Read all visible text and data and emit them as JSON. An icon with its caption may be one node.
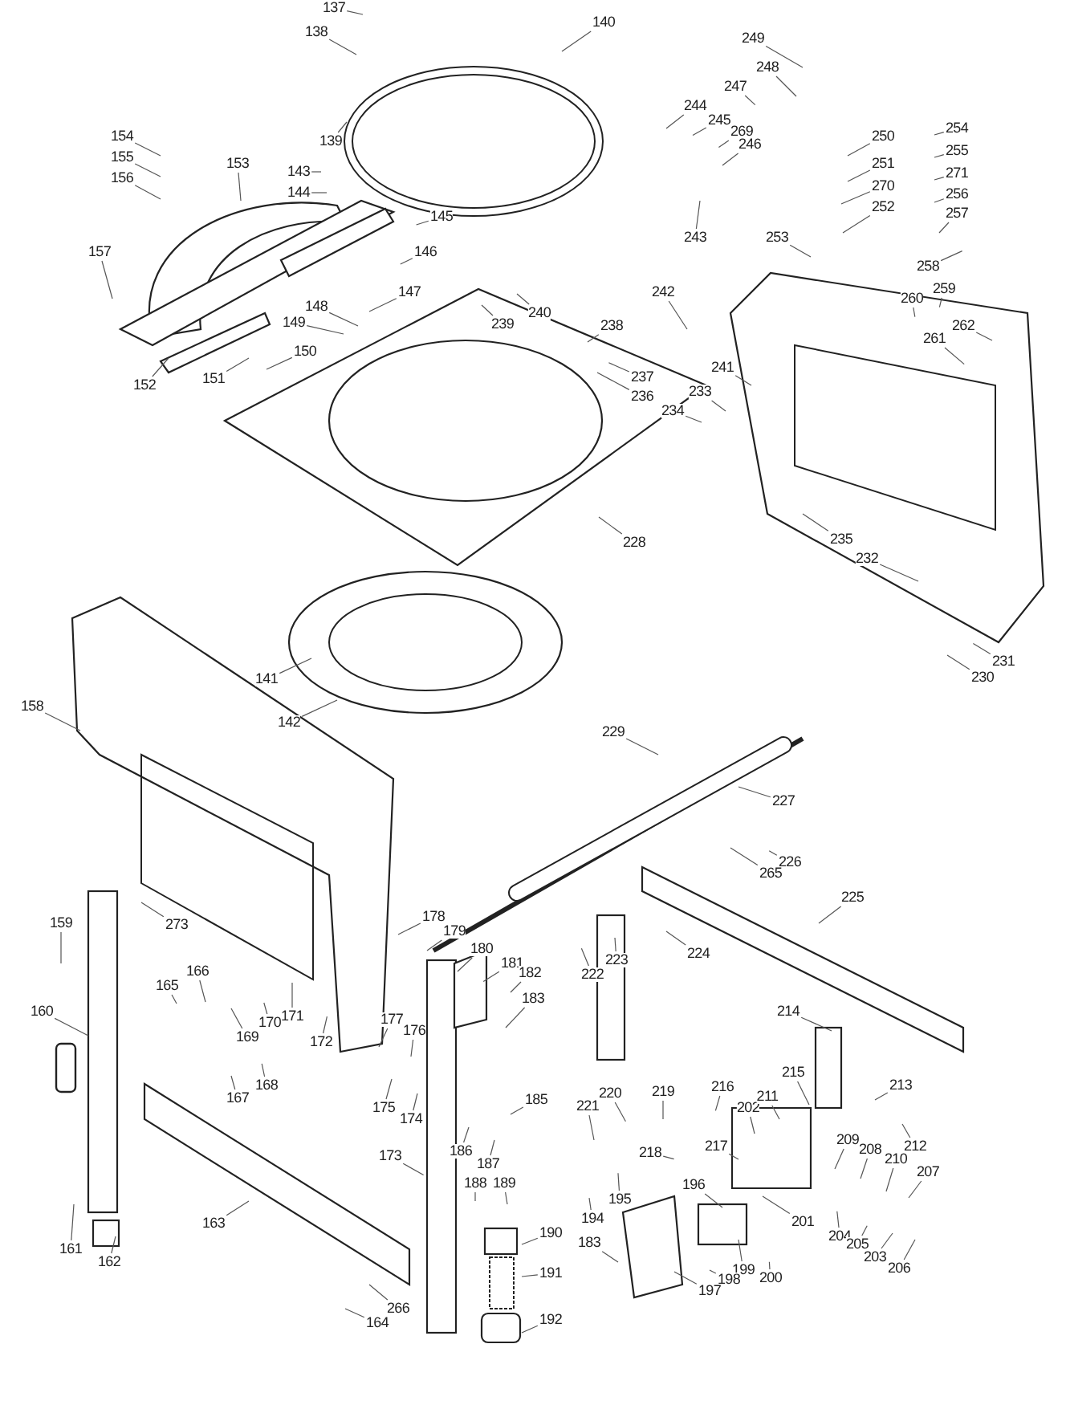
{
  "diagram": {
    "nodes": [
      {
        "text": [
          "137"
        ]
      },
      {
        "text": [
          "138"
        ]
      },
      {
        "text": [
          "140"
        ]
      },
      {
        "text": [
          "139"
        ]
      },
      {
        "text": [
          "154"
        ]
      },
      {
        "text": [
          "155"
        ]
      },
      {
        "text": [
          "156"
        ]
      },
      {
        "text": [
          "153"
        ]
      },
      {
        "text": [
          "143"
        ]
      },
      {
        "text": [
          "144"
        ]
      },
      {
        "text": [
          "145"
        ]
      },
      {
        "text": [
          "146"
        ]
      },
      {
        "text": [
          "157"
        ]
      },
      {
        "text": [
          "147"
        ]
      },
      {
        "text": [
          "148"
        ]
      },
      {
        "text": [
          "149"
        ]
      },
      {
        "text": [
          "150"
        ]
      },
      {
        "text": [
          "151"
        ]
      },
      {
        "text": [
          "152"
        ]
      },
      {
        "text": [
          "240"
        ]
      },
      {
        "text": [
          "239"
        ]
      },
      {
        "text": [
          "238"
        ]
      },
      {
        "text": [
          "237"
        ]
      },
      {
        "text": [
          "236"
        ]
      },
      {
        "text": [
          "241"
        ]
      },
      {
        "text": [
          "233"
        ]
      },
      {
        "text": [
          "234"
        ]
      },
      {
        "text": [
          "242"
        ]
      },
      {
        "text": [
          "244"
        ]
      },
      {
        "text": [
          "245"
        ]
      },
      {
        "text": [
          "269"
        ]
      },
      {
        "text": [
          "246"
        ]
      },
      {
        "text": [
          "243"
        ]
      },
      {
        "text": [
          "249"
        ]
      },
      {
        "text": [
          "248"
        ]
      },
      {
        "text": [
          "247"
        ]
      },
      {
        "text": [
          "250"
        ]
      },
      {
        "text": [
          "251"
        ]
      },
      {
        "text": [
          "270"
        ]
      },
      {
        "text": [
          "252"
        ]
      },
      {
        "text": [
          "253"
        ]
      },
      {
        "text": [
          "254"
        ]
      },
      {
        "text": [
          "255"
        ]
      },
      {
        "text": [
          "271"
        ]
      },
      {
        "text": [
          "256"
        ]
      },
      {
        "text": [
          "257"
        ]
      },
      {
        "text": [
          "258"
        ]
      },
      {
        "text": [
          "259"
        ]
      },
      {
        "text": [
          "260"
        ]
      },
      {
        "text": [
          "262"
        ]
      },
      {
        "text": [
          "261"
        ]
      },
      {
        "text": [
          "228"
        ]
      },
      {
        "text": [
          "235"
        ]
      },
      {
        "text": [
          "232"
        ]
      },
      {
        "text": [
          "231"
        ]
      },
      {
        "text": [
          "230"
        ]
      },
      {
        "text": [
          "141"
        ]
      },
      {
        "text": [
          "142"
        ]
      },
      {
        "text": [
          "158"
        ]
      },
      {
        "text": [
          "229"
        ]
      },
      {
        "text": [
          "227"
        ]
      },
      {
        "text": [
          "226"
        ]
      },
      {
        "text": [
          "265"
        ]
      },
      {
        "text": [
          "225"
        ]
      },
      {
        "text": [
          "273"
        ]
      },
      {
        "text": [
          "159"
        ]
      },
      {
        "text": [
          "178"
        ]
      },
      {
        "text": [
          "179"
        ]
      },
      {
        "text": [
          "180"
        ]
      },
      {
        "text": [
          "181"
        ]
      },
      {
        "text": [
          "182"
        ]
      },
      {
        "text": [
          "222"
        ]
      },
      {
        "text": [
          "223"
        ]
      },
      {
        "text": [
          "224"
        ]
      },
      {
        "text": [
          "160"
        ]
      },
      {
        "text": [
          "165"
        ]
      },
      {
        "text": [
          "166"
        ]
      },
      {
        "text": [
          "169"
        ]
      },
      {
        "text": [
          "170"
        ]
      },
      {
        "text": [
          "171"
        ]
      },
      {
        "text": [
          "172"
        ]
      },
      {
        "text": [
          "168"
        ]
      },
      {
        "text": [
          "167"
        ]
      },
      {
        "text": [
          "177"
        ]
      },
      {
        "text": [
          "176"
        ]
      },
      {
        "text": [
          "175"
        ]
      },
      {
        "text": [
          "174"
        ]
      },
      {
        "text": [
          "183"
        ]
      },
      {
        "text": [
          "185"
        ]
      },
      {
        "text": [
          "186"
        ]
      },
      {
        "text": [
          "187"
        ]
      },
      {
        "text": [
          "173"
        ]
      },
      {
        "text": [
          "188"
        ]
      },
      {
        "text": [
          "189"
        ]
      },
      {
        "text": [
          "190"
        ]
      },
      {
        "text": [
          "191"
        ]
      },
      {
        "text": [
          "192"
        ]
      },
      {
        "text": [
          "214"
        ]
      },
      {
        "text": [
          "215"
        ]
      },
      {
        "text": [
          "213"
        ]
      },
      {
        "text": [
          "212"
        ]
      },
      {
        "text": [
          "219"
        ]
      },
      {
        "text": [
          "216"
        ]
      },
      {
        "text": [
          "220"
        ]
      },
      {
        "text": [
          "221"
        ]
      },
      {
        "text": [
          "202"
        ]
      },
      {
        "text": [
          "211"
        ]
      },
      {
        "text": [
          "217"
        ]
      },
      {
        "text": [
          "218"
        ]
      },
      {
        "text": [
          "209"
        ]
      },
      {
        "text": [
          "208"
        ]
      },
      {
        "text": [
          "210"
        ]
      },
      {
        "text": [
          "207"
        ]
      },
      {
        "text": [
          "201"
        ]
      },
      {
        "text": [
          "195"
        ]
      },
      {
        "text": [
          "196"
        ]
      },
      {
        "text": [
          "194"
        ]
      },
      {
        "text": [
          "204"
        ]
      },
      {
        "text": [
          "205"
        ]
      },
      {
        "text": [
          "203"
        ]
      },
      {
        "text": [
          "206"
        ]
      },
      {
        "text": [
          "183"
        ]
      },
      {
        "text": [
          "199"
        ]
      },
      {
        "text": [
          "200"
        ]
      },
      {
        "text": [
          "198"
        ]
      },
      {
        "text": [
          "197"
        ]
      },
      {
        "text": [
          "164"
        ]
      },
      {
        "text": [
          "266"
        ]
      },
      {
        "text": [
          "163"
        ]
      },
      {
        "text": [
          "161"
        ]
      },
      {
        "text": [
          "162"
        ]
      }
    ],
    "edges": [
      {
        "from": 0,
        "to": null,
        "arrow": "none"
      },
      {
        "from": 1,
        "to": null,
        "arrow": "none"
      },
      {
        "from": 2,
        "to": null,
        "arrow": "none"
      },
      {
        "from": 3,
        "to": null,
        "arrow": "none"
      },
      {
        "from": 4,
        "to": null,
        "arrow": "none"
      },
      {
        "from": 5,
        "to": null,
        "arrow": "none"
      },
      {
        "from": 6,
        "to": null,
        "arrow": "none"
      },
      {
        "from": 7,
        "to": null,
        "arrow": "none"
      },
      {
        "from": 8,
        "to": null,
        "arrow": "none"
      },
      {
        "from": 9,
        "to": null,
        "arrow": "none"
      },
      {
        "from": 10,
        "to": null,
        "arrow": "none"
      },
      {
        "from": 11,
        "to": null,
        "arrow": "none"
      },
      {
        "from": 12,
        "to": null,
        "arrow": "none"
      },
      {
        "from": 13,
        "to": null,
        "arrow": "none"
      },
      {
        "from": 14,
        "to": null,
        "arrow": "none"
      },
      {
        "from": 15,
        "to": null,
        "arrow": "none"
      },
      {
        "from": 16,
        "to": null,
        "arrow": "none"
      },
      {
        "from": 17,
        "to": null,
        "arrow": "none"
      },
      {
        "from": 18,
        "to": null,
        "arrow": "none"
      },
      {
        "from": 19,
        "to": null,
        "arrow": "none"
      },
      {
        "from": 20,
        "to": null,
        "arrow": "none"
      },
      {
        "from": 21,
        "to": null,
        "arrow": "none"
      },
      {
        "from": 22,
        "to": null,
        "arrow": "none"
      },
      {
        "from": 23,
        "to": null,
        "arrow": "none"
      },
      {
        "from": 24,
        "to": null,
        "arrow": "none"
      },
      {
        "from": 25,
        "to": null,
        "arrow": "none"
      },
      {
        "from": 26,
        "to": null,
        "arrow": "none"
      },
      {
        "from": 27,
        "to": null,
        "arrow": "none"
      },
      {
        "from": 28,
        "to": null,
        "arrow": "none"
      },
      {
        "from": 29,
        "to": null,
        "arrow": "none"
      },
      {
        "from": 30,
        "to": null,
        "arrow": "none"
      },
      {
        "from": 31,
        "to": null,
        "arrow": "none"
      },
      {
        "from": 32,
        "to": null,
        "arrow": "none"
      },
      {
        "from": 33,
        "to": null,
        "arrow": "none"
      },
      {
        "from": 34,
        "to": null,
        "arrow": "none"
      },
      {
        "from": 35,
        "to": null,
        "arrow": "none"
      },
      {
        "from": 36,
        "to": null,
        "arrow": "none"
      },
      {
        "from": 37,
        "to": null,
        "arrow": "none"
      },
      {
        "from": 38,
        "to": null,
        "arrow": "none"
      },
      {
        "from": 39,
        "to": null,
        "arrow": "none"
      },
      {
        "from": 40,
        "to": null,
        "arrow": "none"
      },
      {
        "from": 41,
        "to": null,
        "arrow": "none"
      },
      {
        "from": 42,
        "to": null,
        "arrow": "none"
      },
      {
        "from": 43,
        "to": null,
        "arrow": "none"
      },
      {
        "from": 44,
        "to": null,
        "arrow": "none"
      },
      {
        "from": 45,
        "to": null,
        "arrow": "none"
      },
      {
        "from": 46,
        "to": null,
        "arrow": "none"
      },
      {
        "from": 47,
        "to": null,
        "arrow": "none"
      },
      {
        "from": 48,
        "to": null,
        "arrow": "none"
      },
      {
        "from": 49,
        "to": null,
        "arrow": "none"
      },
      {
        "from": 50,
        "to": null,
        "arrow": "none"
      },
      {
        "from": 51,
        "to": null,
        "arrow": "none"
      },
      {
        "from": 52,
        "to": null,
        "arrow": "none"
      },
      {
        "from": 53,
        "to": null,
        "arrow": "none"
      },
      {
        "from": 54,
        "to": null,
        "arrow": "none"
      },
      {
        "from": 55,
        "to": null,
        "arrow": "none"
      },
      {
        "from": 56,
        "to": null,
        "arrow": "none"
      },
      {
        "from": 57,
        "to": null,
        "arrow": "none"
      },
      {
        "from": 58,
        "to": null,
        "arrow": "none"
      },
      {
        "from": 59,
        "to": null,
        "arrow": "none"
      },
      {
        "from": 60,
        "to": null,
        "arrow": "none"
      },
      {
        "from": 61,
        "to": null,
        "arrow": "none"
      },
      {
        "from": 62,
        "to": null,
        "arrow": "none"
      },
      {
        "from": 63,
        "to": null,
        "arrow": "none"
      },
      {
        "from": 64,
        "to": null,
        "arrow": "none"
      },
      {
        "from": 65,
        "to": null,
        "arrow": "none"
      },
      {
        "from": 66,
        "to": null,
        "arrow": "none"
      },
      {
        "from": 67,
        "to": null,
        "arrow": "none"
      },
      {
        "from": 68,
        "to": null,
        "arrow": "none"
      },
      {
        "from": 69,
        "to": null,
        "arrow": "none"
      },
      {
        "from": 70,
        "to": null,
        "arrow": "none"
      },
      {
        "from": 71,
        "to": null,
        "arrow": "none"
      },
      {
        "from": 72,
        "to": null,
        "arrow": "none"
      },
      {
        "from": 73,
        "to": null,
        "arrow": "none"
      },
      {
        "from": 74,
        "to": null,
        "arrow": "none"
      },
      {
        "from": 75,
        "to": null,
        "arrow": "none"
      },
      {
        "from": 76,
        "to": null,
        "arrow": "none"
      },
      {
        "from": 77,
        "to": null,
        "arrow": "none"
      },
      {
        "from": 78,
        "to": null,
        "arrow": "none"
      },
      {
        "from": 79,
        "to": null,
        "arrow": "none"
      },
      {
        "from": 80,
        "to": null,
        "arrow": "none"
      },
      {
        "from": 81,
        "to": null,
        "arrow": "none"
      },
      {
        "from": 82,
        "to": null,
        "arrow": "none"
      },
      {
        "from": 83,
        "to": null,
        "arrow": "none"
      },
      {
        "from": 84,
        "to": null,
        "arrow": "none"
      },
      {
        "from": 85,
        "to": null,
        "arrow": "none"
      },
      {
        "from": 86,
        "to": null,
        "arrow": "none"
      },
      {
        "from": 87,
        "to": null,
        "arrow": "none"
      },
      {
        "from": 88,
        "to": null,
        "arrow": "none"
      },
      {
        "from": 89,
        "to": null,
        "arrow": "none"
      },
      {
        "from": 90,
        "to": null,
        "arrow": "none"
      },
      {
        "from": 91,
        "to": null,
        "arrow": "none"
      },
      {
        "from": 92,
        "to": null,
        "arrow": "none"
      },
      {
        "from": 93,
        "to": null,
        "arrow": "none"
      },
      {
        "from": 94,
        "to": null,
        "arrow": "none"
      },
      {
        "from": 95,
        "to": null,
        "arrow": "none"
      },
      {
        "from": 96,
        "to": null,
        "arrow": "none"
      },
      {
        "from": 97,
        "to": null,
        "arrow": "none"
      },
      {
        "from": 98,
        "to": null,
        "arrow": "none"
      },
      {
        "from": 99,
        "to": null,
        "arrow": "none"
      },
      {
        "from": 100,
        "to": null,
        "arrow": "none"
      },
      {
        "from": 101,
        "to": null,
        "arrow": "none"
      },
      {
        "from": 102,
        "to": null,
        "arrow": "none"
      },
      {
        "from": 103,
        "to": null,
        "arrow": "none"
      },
      {
        "from": 104,
        "to": null,
        "arrow": "none"
      },
      {
        "from": 105,
        "to": null,
        "arrow": "none"
      },
      {
        "from": 106,
        "to": null,
        "arrow": "none"
      },
      {
        "from": 107,
        "to": null,
        "arrow": "none"
      },
      {
        "from": 108,
        "to": null,
        "arrow": "none"
      },
      {
        "from": 109,
        "to": null,
        "arrow": "none"
      },
      {
        "from": 110,
        "to": null,
        "arrow": "none"
      },
      {
        "from": 111,
        "to": null,
        "arrow": "none"
      },
      {
        "from": 112,
        "to": null,
        "arrow": "none"
      },
      {
        "from": 113,
        "to": null,
        "arrow": "none"
      },
      {
        "from": 114,
        "to": null,
        "arrow": "none"
      },
      {
        "from": 115,
        "to": null,
        "arrow": "none"
      },
      {
        "from": 116,
        "to": null,
        "arrow": "none"
      },
      {
        "from": 117,
        "to": null,
        "arrow": "none"
      },
      {
        "from": 118,
        "to": null,
        "arrow": "none"
      },
      {
        "from": 119,
        "to": null,
        "arrow": "none"
      },
      {
        "from": 120,
        "to": null,
        "arrow": "none"
      },
      {
        "from": 121,
        "to": null,
        "arrow": "none"
      },
      {
        "from": 122,
        "to": null,
        "arrow": "none"
      },
      {
        "from": 123,
        "to": null,
        "arrow": "none"
      },
      {
        "from": 124,
        "to": null,
        "arrow": "none"
      },
      {
        "from": 125,
        "to": null,
        "arrow": "none"
      },
      {
        "from": 126,
        "to": null,
        "arrow": "none"
      },
      {
        "from": 127,
        "to": null,
        "arrow": "none"
      },
      {
        "from": 128,
        "to": null,
        "arrow": "none"
      },
      {
        "from": 129,
        "to": null,
        "arrow": "none"
      },
      {
        "from": 130,
        "to": null,
        "arrow": "none"
      }
    ]
  }
}
